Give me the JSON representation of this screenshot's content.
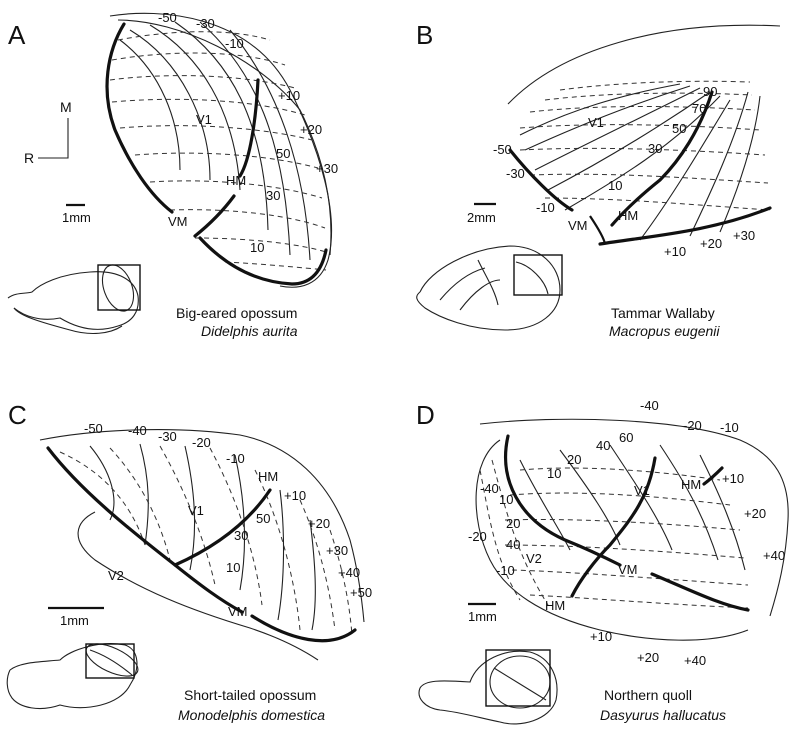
{
  "panels": {
    "a": {
      "letter": "A",
      "common": "Big-eared opossum",
      "species": "Didelphis aurita",
      "scale": "1mm",
      "axis_m": "M",
      "axis_r": "R",
      "area_v1": "V1",
      "hm": "HM",
      "vm": "VM",
      "labels": [
        "-50",
        "-30",
        "-10",
        "+10",
        "+20",
        "50",
        "+30",
        "30",
        "10"
      ]
    },
    "b": {
      "letter": "B",
      "common": "Tammar Wallaby",
      "species": "Macropus eugenii",
      "scale": "2mm",
      "area_v1": "V1",
      "hm": "HM",
      "vm": "VM",
      "labels": [
        "90",
        "70",
        "50",
        "30",
        "10",
        "-50",
        "-30",
        "-10",
        "+10",
        "+20",
        "+30"
      ]
    },
    "c": {
      "letter": "C",
      "common": "Short-tailed opossum",
      "species": "Monodelphis domestica",
      "scale": "1mm",
      "area_v1": "V1",
      "area_v2": "V2",
      "hm": "HM",
      "vm": "VM",
      "labels": [
        "-50",
        "-40",
        "-30",
        "-20",
        "-10",
        "+10",
        "50",
        "+20",
        "30",
        "+30",
        "10",
        "+40",
        "+50"
      ]
    },
    "d": {
      "letter": "D",
      "common": "Northern quoll",
      "species": "Dasyurus hallucatus",
      "scale": "1mm",
      "area_v1": "V1",
      "area_v2": "V2",
      "hm_top": "HM",
      "hm_bottom": "HM",
      "vm": "VM",
      "labels": [
        "-40",
        "-20",
        "-10",
        "60",
        "40",
        "20",
        "10",
        "+10",
        "-40",
        "+20",
        "10",
        "20",
        "-20",
        "40",
        "+40",
        "-10",
        "+10",
        "+20",
        "+40"
      ]
    }
  }
}
